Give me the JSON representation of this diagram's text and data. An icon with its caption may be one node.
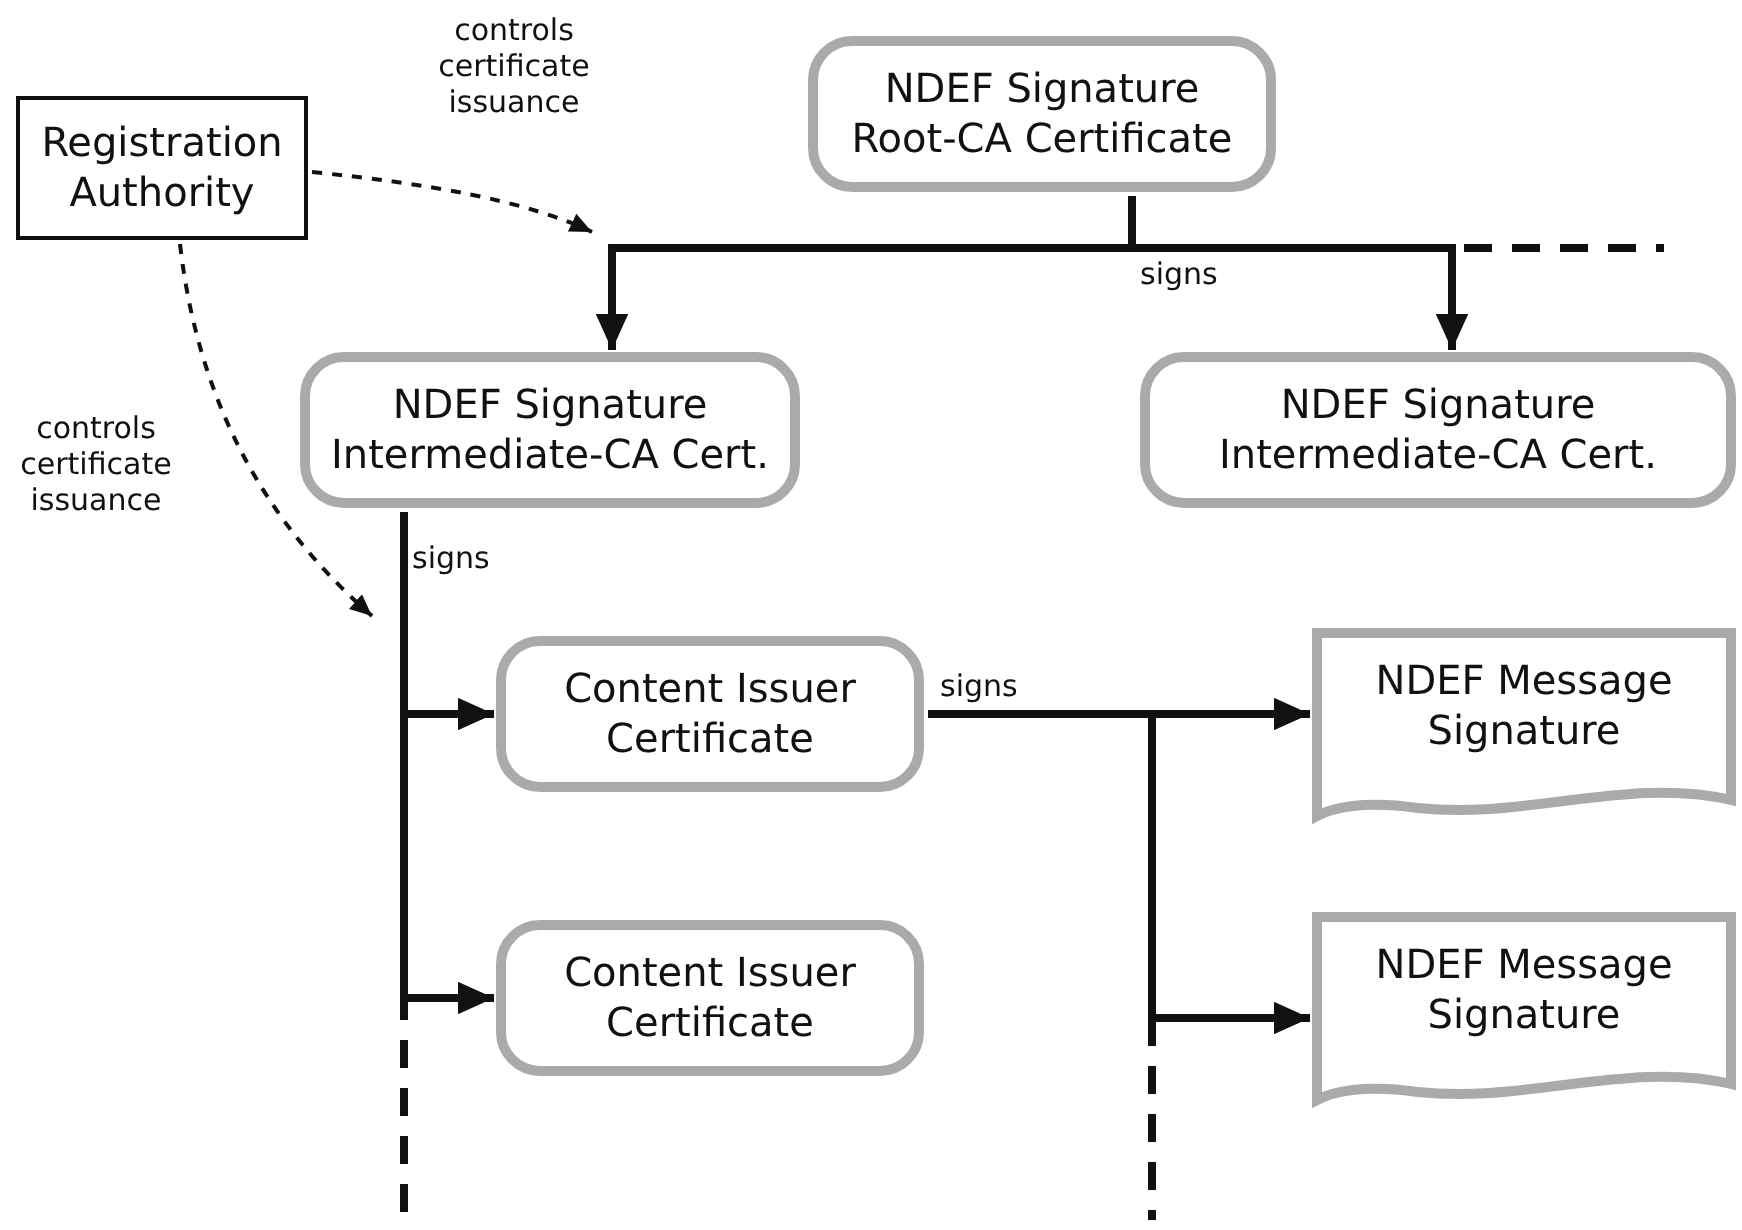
{
  "diagram": {
    "nodes": [
      {
        "text": [
          "Registration Authority"
        ]
      },
      {
        "text": [
          "NDEF Signature Root-CA Certificate"
        ]
      },
      {
        "text": [
          "NDEF Signature Intermediate-CA Cert."
        ]
      },
      {
        "text": [
          "NDEF Signature Intermediate-CA Cert."
        ]
      },
      {
        "text": [
          "Content Issuer Certificate"
        ]
      },
      {
        "text": [
          "Content Issuer Certificate"
        ]
      },
      {
        "text": [
          "NDEF Message Signature"
        ]
      },
      {
        "text": [
          "NDEF Message Signature"
        ]
      }
    ],
    "edges": [
      {
        "from": 0,
        "to": null,
        "arrow": "to",
        "style": "dashed",
        "label": "controls certificate issuance"
      },
      {
        "from": 0,
        "to": null,
        "arrow": "to",
        "style": "dashed",
        "label": "controls certificate issuance"
      },
      {
        "from": 1,
        "to": 2,
        "arrow": "to",
        "label": "signs"
      },
      {
        "from": 1,
        "to": 3,
        "arrow": "to"
      },
      {
        "from": 1,
        "to": null,
        "arrow": "none",
        "style": "dashed"
      },
      {
        "from": 2,
        "to": 4,
        "arrow": "to",
        "label": "signs"
      },
      {
        "from": 2,
        "to": 5,
        "arrow": "to"
      },
      {
        "from": 2,
        "to": null,
        "arrow": "none",
        "style": "dashed"
      },
      {
        "from": 4,
        "to": 6,
        "arrow": "to",
        "label": "signs"
      },
      {
        "from": 4,
        "to": 7,
        "arrow": "to"
      },
      {
        "from": 4,
        "to": null,
        "arrow": "none",
        "style": "dashed"
      }
    ]
  }
}
